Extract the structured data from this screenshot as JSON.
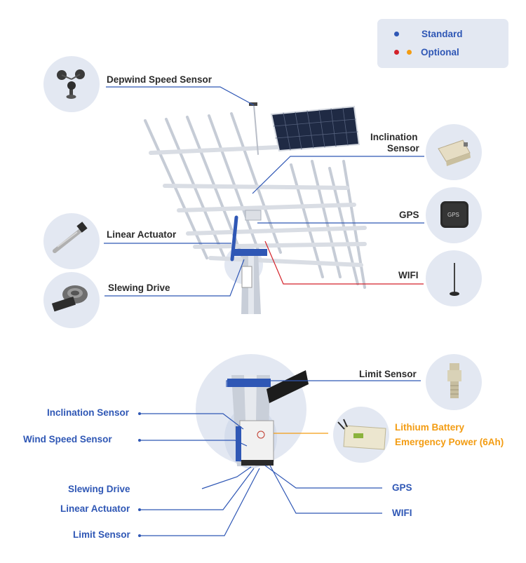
{
  "legend": {
    "standard": "Standard",
    "optional": "Optional",
    "colors": {
      "standard": "#2f57b5",
      "optional_red": "#d3222a",
      "optional_orange": "#f39c12"
    }
  },
  "tracker": {
    "labels": {
      "wind_sensor": "Depwind Speed Sensor",
      "inclination_line1": "Inclination",
      "inclination_line2": "Sensor",
      "linear_actuator": "Linear Actuator",
      "gps": "GPS",
      "slewing_drive": "Slewing Drive",
      "wifi": "WIFI"
    },
    "gps_badge": "GPS"
  },
  "controller": {
    "left_labels": {
      "inclination_sensor": "Inclination Sensor",
      "wind_speed_sensor": "Wind Speed Sensor",
      "slewing_drive": "Slewing Drive",
      "linear_actuator": "Linear Actuator",
      "limit_sensor": "Limit Sensor"
    },
    "right_labels": {
      "limit_sensor": "Limit Sensor",
      "battery_line1": "Lithium Battery",
      "battery_line2": "Emergency Power (6Ah)",
      "gps": "GPS",
      "wifi": "WIFI"
    }
  }
}
